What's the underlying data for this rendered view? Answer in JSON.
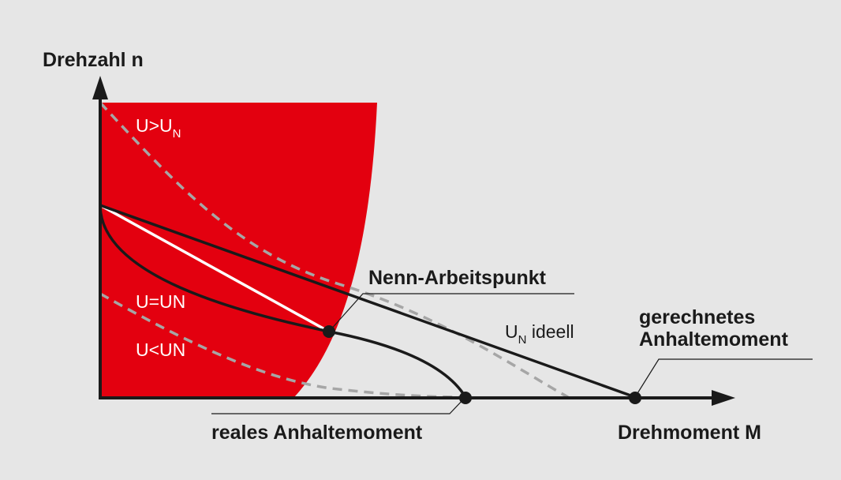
{
  "colors": {
    "background": "#e6e6e6",
    "operating_region": "#e3000f",
    "curve": "#1a1a1a",
    "dashed": "#a6a6a6",
    "ideal_line": "#ffffff"
  },
  "axes": {
    "y_label": "Drehzahl n",
    "x_label": "Drehmoment M"
  },
  "curves": {
    "u_gt_main": "U>U",
    "u_gt_sub": "N",
    "u_eq": "U=UN",
    "u_lt": "U<UN",
    "un_ideal_main": "U",
    "un_ideal_sub": "N",
    "un_ideal_rest": " ideell"
  },
  "annotations": {
    "nominal_point": "Nenn-Arbeitspunkt",
    "calculated_stall_line1": "gerechnetes",
    "calculated_stall_line2": "Anhaltemoment",
    "real_stall": "reales Anhaltemoment"
  }
}
